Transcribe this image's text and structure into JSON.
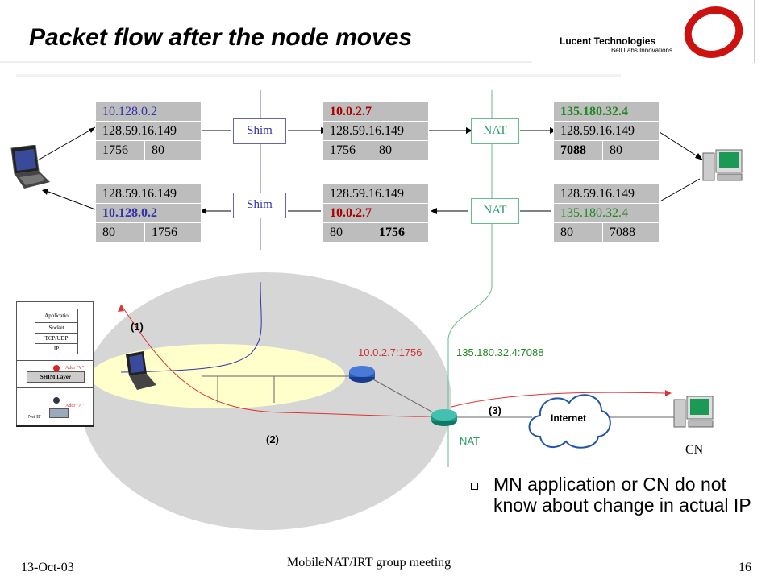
{
  "header": {
    "title": "Packet flow after the node moves",
    "logo_company": "Lucent Technologies",
    "logo_tagline": "Bell Labs Innovations"
  },
  "packets": {
    "top_left": {
      "src": "10.128.0.2",
      "dst": "128.59.16.149",
      "sport": "1756",
      "dport": "80"
    },
    "top_mid": {
      "src": "10.0.2.7",
      "dst": "128.59.16.149",
      "sport": "1756",
      "dport": "80"
    },
    "top_right": {
      "src": "135.180.32.4",
      "dst": "128.59.16.149",
      "sport": "7088",
      "dport": "80"
    },
    "bot_left": {
      "src": "128.59.16.149",
      "dst": "10.128.0.2",
      "sport": "80",
      "dport": "1756"
    },
    "bot_mid": {
      "src": "128.59.16.149",
      "dst": "10.0.2.7",
      "sport": "80",
      "dport": "1756"
    },
    "bot_right": {
      "src": "128.59.16.149",
      "dst": "135.180.32.4",
      "sport": "80",
      "dport": "7088"
    }
  },
  "boxes": {
    "shim_top": "Shim",
    "shim_bot": "Shim",
    "nat_top": "NAT",
    "nat_bot": "NAT"
  },
  "stack": {
    "application": "Applicatio",
    "socket": "Socket",
    "tcpudp": "TCP/UDP",
    "ip": "IP",
    "shim_layer": "SHIM Layer",
    "addr_v": "Addr \"V\"",
    "addr_a": "Addr \"A\"",
    "net_if": "Net IF"
  },
  "diagram": {
    "step1": "(1)",
    "step2": "(2)",
    "step3": "(3)",
    "addr_private": "10.0.2.7:1756",
    "addr_public": "135.180.32.4:7088",
    "nat_label": "NAT",
    "internet_label": "Internet",
    "cn_label": "CN"
  },
  "bullet": {
    "text": "MN application or CN do not know about change in actual IP"
  },
  "footer": {
    "date": "13-Oct-03",
    "center": "MobileNAT/IRT group meeting",
    "page": "16"
  },
  "colors": {
    "logo_red": "#cc1111",
    "ellipse": "#d6d6d6",
    "yellow": "#ffffcc",
    "green_text": "#228822",
    "red_text": "#a00000",
    "blue_text": "#3333aa"
  }
}
